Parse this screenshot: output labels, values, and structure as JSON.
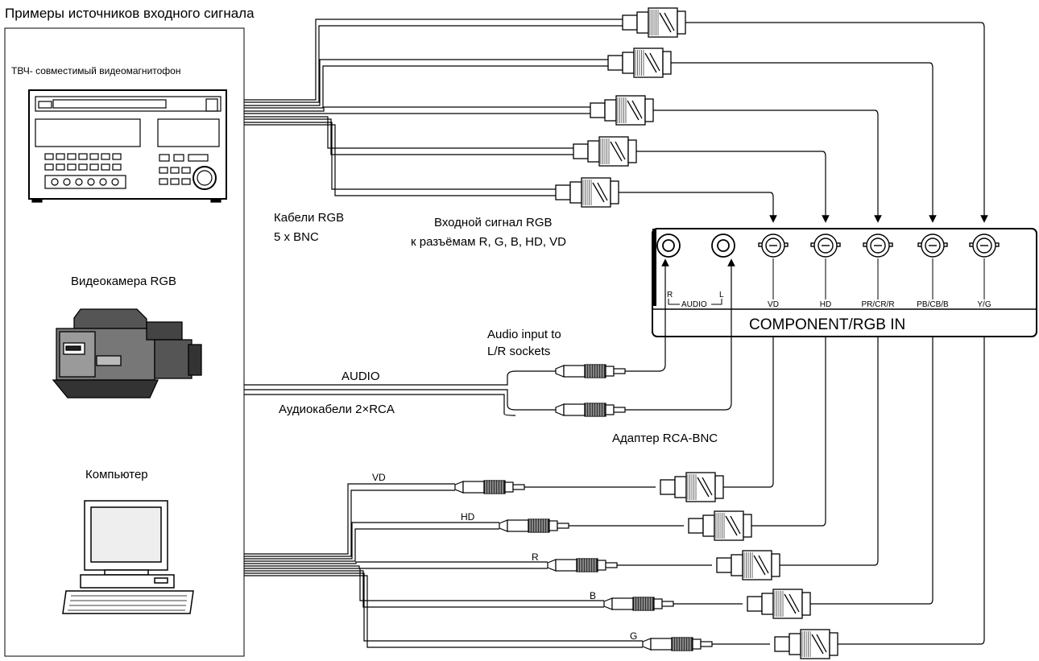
{
  "title": "Примеры источников входного сигнала",
  "sources": {
    "vcr_label": "ТВЧ- совместимый видеомагнитофон",
    "camera_label": "Видеокамера RGB",
    "computer_label": "Компьютер"
  },
  "cables": {
    "rgb_cables_line1": "Кабели RGB",
    "rgb_cables_line2": "5 x BNC",
    "rgb_input_line1": "Входной сигнал RGB",
    "rgb_input_line2": "к разъёмам R, G, B, HD, VD",
    "audio_label": "AUDIO",
    "audio_cables": "Аудиокабели 2×RCA",
    "audio_input_line1": "Audio input to",
    "audio_input_line2": "L/R sockets",
    "adapter_label": "Адаптер RCA-BNC"
  },
  "panel": {
    "title": "COMPONENT/RGB IN",
    "audio_label": "AUDIO",
    "audio_r": "R",
    "audio_l": "L",
    "jacks": [
      {
        "label": "VD"
      },
      {
        "label": "HD"
      },
      {
        "label": "PR/CR/R"
      },
      {
        "label": "PB/CB/B"
      },
      {
        "label": "Y/G"
      }
    ]
  },
  "computer_lines": [
    "VD",
    "HD",
    "R",
    "B",
    "G"
  ]
}
